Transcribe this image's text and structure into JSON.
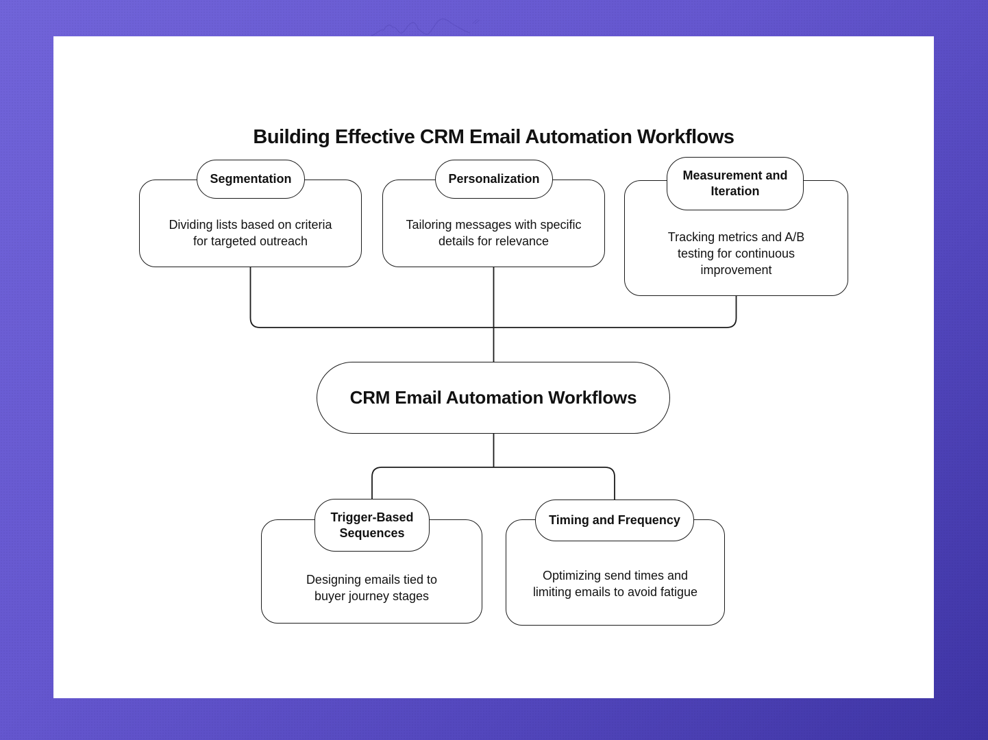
{
  "page": {
    "background_color": "#6557cf",
    "background_dark_corner": "#3e34a4",
    "card_color": "#ffffff",
    "stroke_color": "#1a1a1a"
  },
  "diagram": {
    "title": "Building Effective CRM Email Automation Workflows",
    "center_node": {
      "label": "CRM Email Automation Workflows"
    },
    "top_nodes": [
      {
        "label": "Segmentation",
        "description": "Dividing lists based on criteria for targeted outreach"
      },
      {
        "label": "Personalization",
        "description": "Tailoring messages with specific details for relevance"
      },
      {
        "label": "Measurement and Iteration",
        "description": "Tracking metrics and A/B testing for continuous improvement"
      }
    ],
    "bottom_nodes": [
      {
        "label": "Trigger-Based Sequences",
        "description": "Designing emails tied to buyer journey stages"
      },
      {
        "label": "Timing and Frequency",
        "description": "Optimizing send times and limiting emails to avoid fatigue"
      }
    ]
  }
}
